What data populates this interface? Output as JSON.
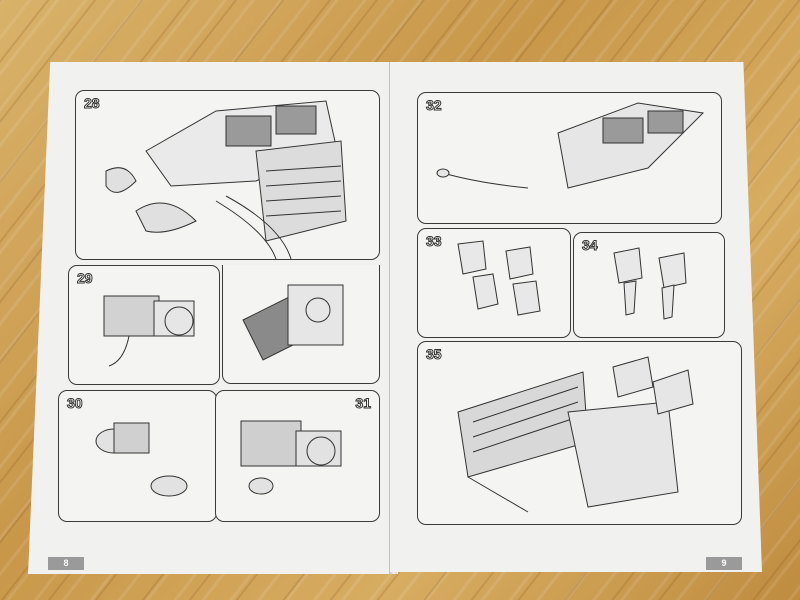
{
  "left_page": {
    "steps": [
      {
        "number": "28"
      },
      {
        "number": "29"
      },
      {
        "number": "30"
      },
      {
        "number": "31"
      }
    ],
    "page_number": "8"
  },
  "right_page": {
    "steps": [
      {
        "number": "32"
      },
      {
        "number": "33"
      },
      {
        "number": "34"
      },
      {
        "number": "35"
      }
    ],
    "page_number": "9"
  }
}
